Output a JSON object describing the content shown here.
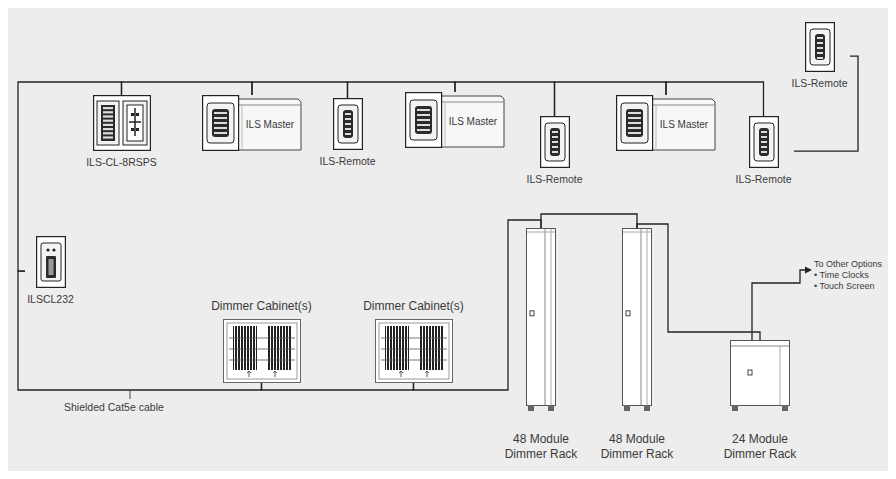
{
  "diagram": {
    "nodes": [
      {
        "text": [
          "ILS-CL-8RSPS"
        ]
      },
      {
        "text": [
          "ILS Master"
        ]
      },
      {
        "text": [
          "ILS-Remote"
        ]
      },
      {
        "text": [
          "ILS Master"
        ]
      },
      {
        "text": [
          "ILS-Remote"
        ]
      },
      {
        "text": [
          "ILS Master"
        ]
      },
      {
        "text": [
          "ILS-Remote"
        ]
      },
      {
        "text": [
          "ILS-Remote"
        ]
      },
      {
        "text": [
          "ILSCL232"
        ]
      },
      {
        "text": [
          "Dimmer Cabinet(s)"
        ]
      },
      {
        "text": [
          "Dimmer Cabinet(s)"
        ]
      },
      {
        "text": [
          "48 Module Dimmer Rack"
        ]
      },
      {
        "text": [
          "48 Module Dimmer Rack"
        ]
      },
      {
        "text": [
          "24 Module Dimmer Rack"
        ]
      }
    ],
    "edges": [
      {
        "from": 0,
        "to": 1,
        "arrow": "none"
      },
      {
        "from": 1,
        "to": 2,
        "arrow": "none"
      },
      {
        "from": 2,
        "to": 3,
        "arrow": "none"
      },
      {
        "from": 3,
        "to": 4,
        "arrow": "none"
      },
      {
        "from": 4,
        "to": 5,
        "arrow": "none"
      },
      {
        "from": 5,
        "to": 6,
        "arrow": "none"
      },
      {
        "from": 6,
        "to": 7,
        "arrow": "none"
      },
      {
        "from": 8,
        "to": 0,
        "arrow": "none"
      },
      {
        "from": 8,
        "to": 9,
        "arrow": "none"
      },
      {
        "from": 9,
        "to": 10,
        "arrow": "none"
      },
      {
        "from": 10,
        "to": 11,
        "arrow": "none"
      },
      {
        "from": 11,
        "to": 12,
        "arrow": "none"
      },
      {
        "from": 12,
        "to": 13,
        "arrow": "none"
      }
    ],
    "labels": [
      "Shielded Cat5e cable",
      "To Other Options",
      "• Time Clocks",
      "• Touch Screen"
    ]
  }
}
